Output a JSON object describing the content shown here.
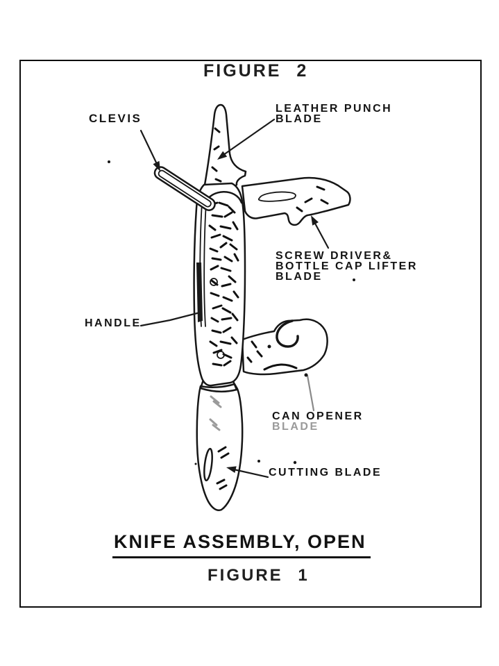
{
  "colors": {
    "ink": "#161616",
    "faded": "#9a9a9a",
    "paper": "#ffffff"
  },
  "figure_top": {
    "caption": "FIGURE 2"
  },
  "figure_bottom": {
    "caption": "FIGURE 1"
  },
  "title": {
    "text": "KNIFE ASSEMBLY, OPEN"
  },
  "callouts": {
    "clevis": {
      "label": "CLEVIS"
    },
    "leather_punch": {
      "line1": "LEATHER PUNCH",
      "line2": "BLADE"
    },
    "screwdriver": {
      "line1": "SCREW DRIVER&",
      "line2": "BOTTLE CAP LIFTER",
      "line3": "BLADE"
    },
    "handle": {
      "label": "HANDLE"
    },
    "can_opener": {
      "line1": "CAN OPENER",
      "line2": "BLADE"
    },
    "cutting_blade": {
      "label": "CUTTING BLADE"
    }
  },
  "drawing": {
    "subject": "pocket knife assembly, open",
    "parts": [
      "clevis",
      "leather punch blade",
      "screwdriver & bottle cap lifter blade",
      "handle",
      "can opener blade",
      "cutting blade"
    ]
  }
}
